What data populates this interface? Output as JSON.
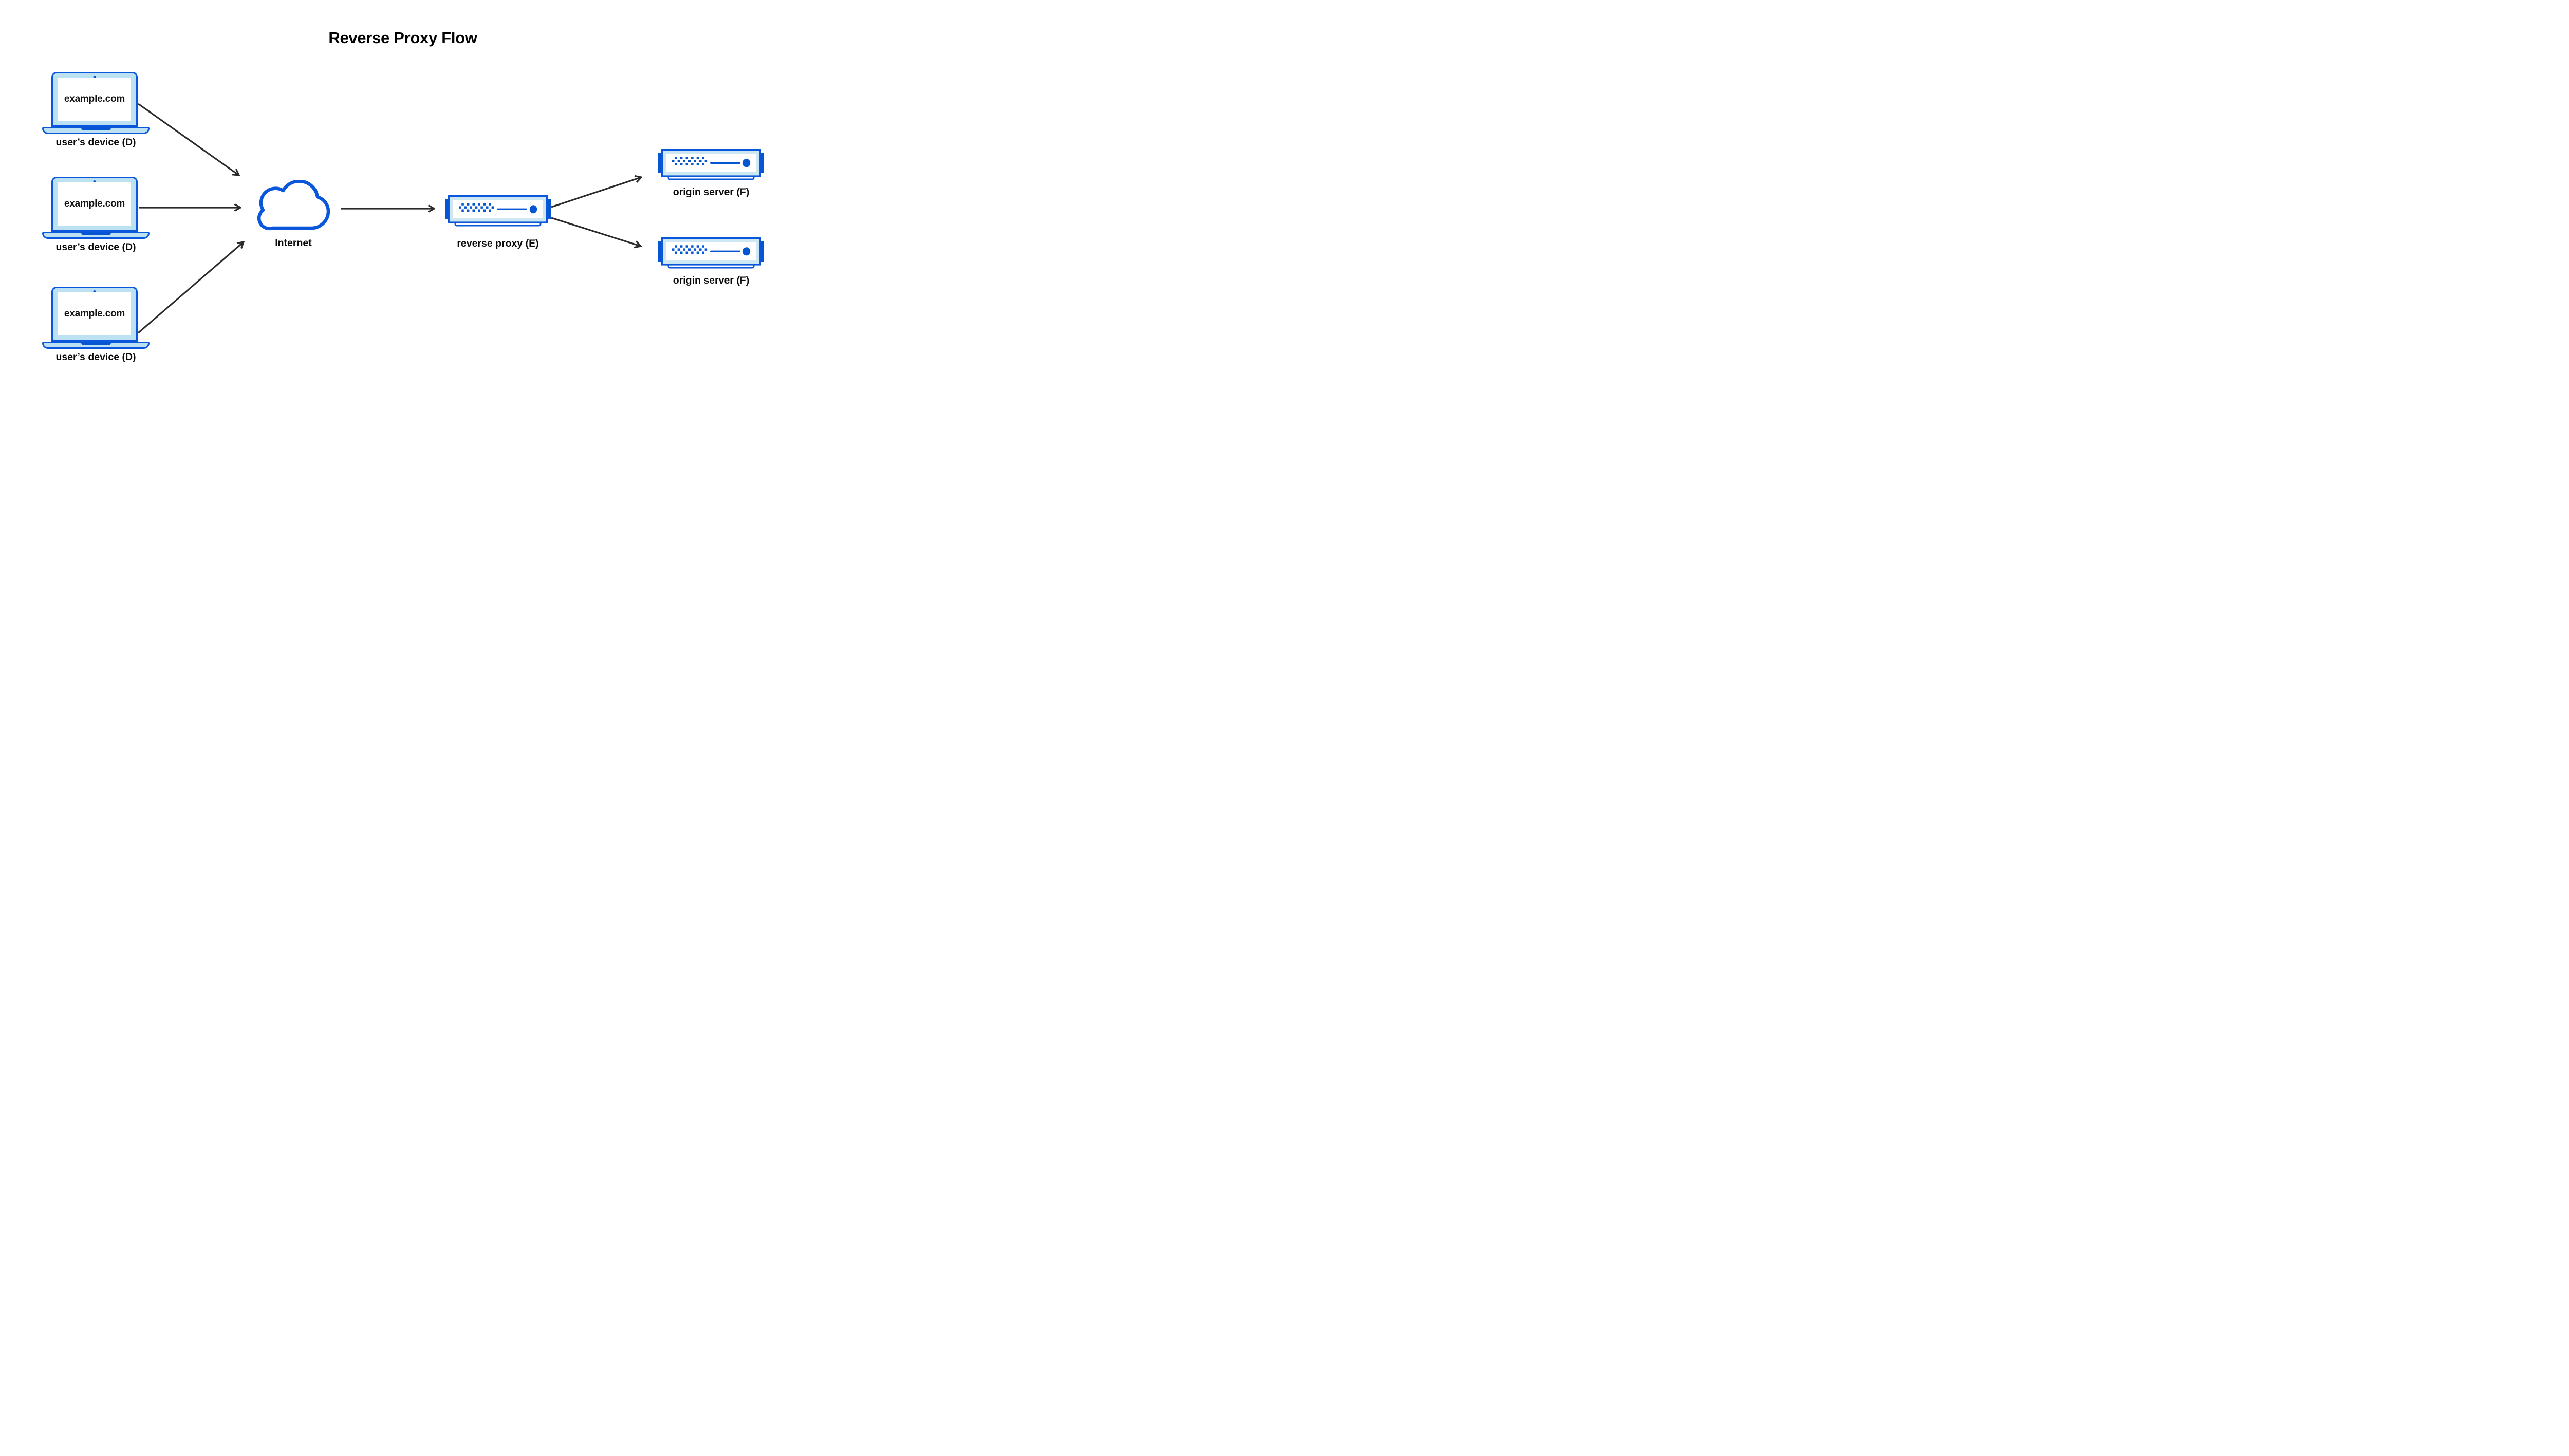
{
  "title": "Reverse Proxy Flow",
  "devices": [
    {
      "screen": "example.com",
      "label": "user’s device (D)"
    },
    {
      "screen": "example.com",
      "label": "user’s device (D)"
    },
    {
      "screen": "example.com",
      "label": "user’s device (D)"
    }
  ],
  "internet": {
    "label": "Internet"
  },
  "reverse_proxy": {
    "label": "reverse proxy (E)"
  },
  "origin_servers": [
    {
      "label": "origin server (F)"
    },
    {
      "label": "origin server (F)"
    }
  ],
  "connections": [
    {
      "from": "user’s device (D) 1",
      "to": "Internet"
    },
    {
      "from": "user’s device (D) 2",
      "to": "Internet"
    },
    {
      "from": "user’s device (D) 3",
      "to": "Internet"
    },
    {
      "from": "Internet",
      "to": "reverse proxy (E)"
    },
    {
      "from": "reverse proxy (E)",
      "to": "origin server (F) 1"
    },
    {
      "from": "reverse proxy (E)",
      "to": "origin server (F) 2"
    }
  ],
  "icons": {
    "laptop": "laptop-icon",
    "cloud": "internet-cloud-icon",
    "server": "server-rack-icon",
    "arrow": "flow-arrow"
  },
  "colors": {
    "stroke_blue": "#0b57db",
    "fill_blue": "#0656d4",
    "laptop_light_blue": "#bce1f2",
    "server_light_blue": "#cde7f3",
    "arrow_dark": "#2b2b2b",
    "text_black": "#0b0b0b",
    "background": "#ffffff"
  }
}
